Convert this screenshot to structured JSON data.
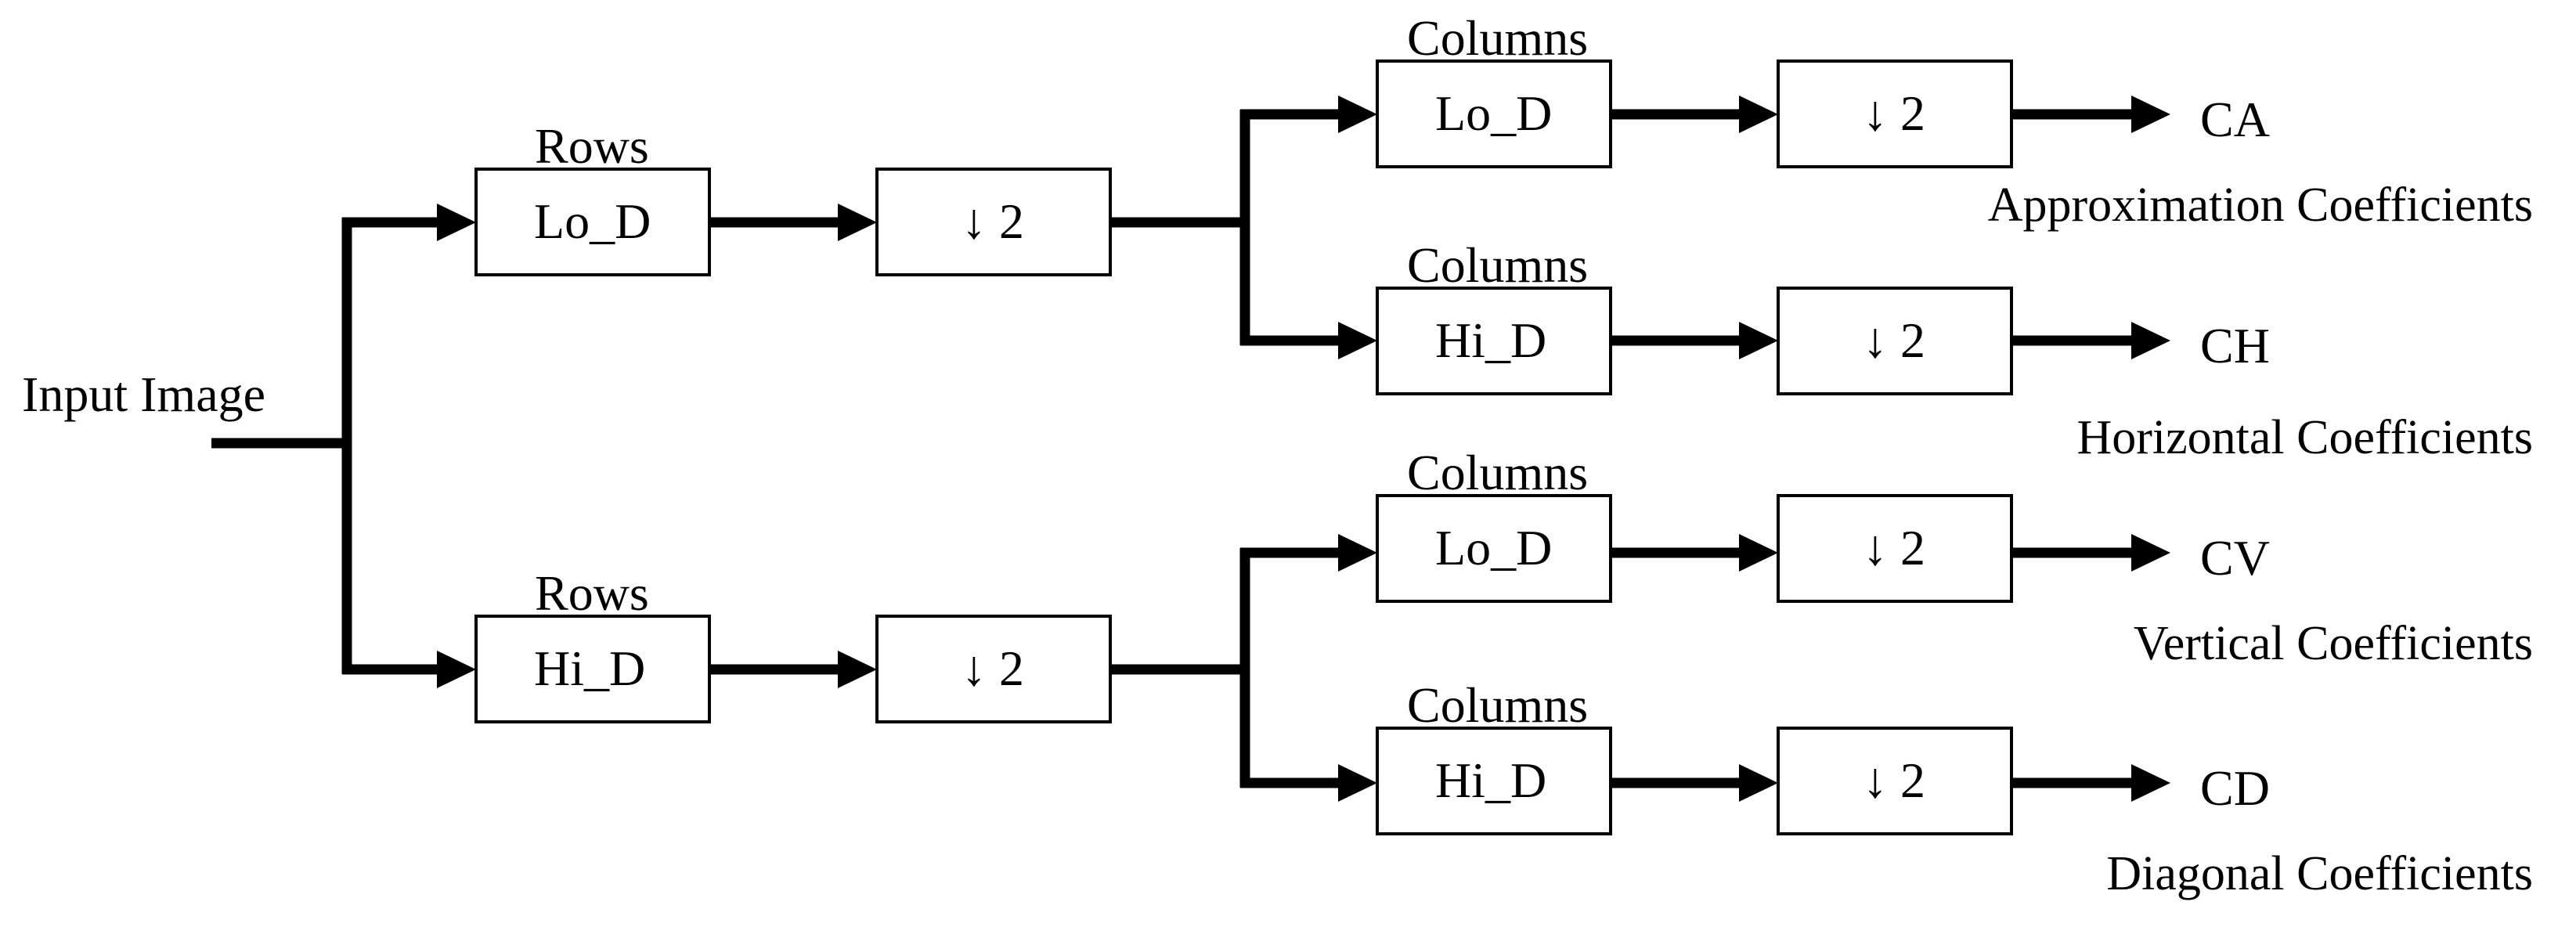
{
  "figure": {
    "background": "#ffffff",
    "ink": "#000000",
    "input_label": "Input Image",
    "downsample_symbol": "↓ 2",
    "row_filter_stage": {
      "axis_label": "Rows",
      "lowpass": "Lo_D",
      "highpass": "Hi_D"
    },
    "column_filter_stage": {
      "axis_label": "Columns",
      "lowpass": "Lo_D",
      "highpass": "Hi_D"
    },
    "outputs": [
      {
        "symbol": "CA",
        "caption": "Approximation Coefficients"
      },
      {
        "symbol": "CH",
        "caption": "Horizontal Coefficients"
      },
      {
        "symbol": "CV",
        "caption": "Vertical Coefficients"
      },
      {
        "symbol": "CD",
        "caption": "Diagonal Coefficients"
      }
    ]
  }
}
